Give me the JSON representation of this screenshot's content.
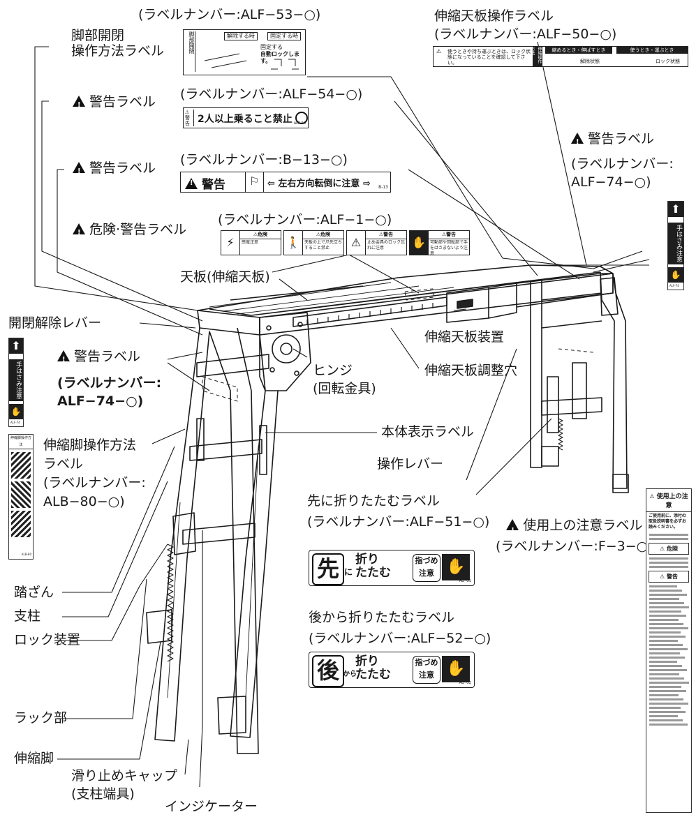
{
  "labels": {
    "alf53_title": "(ラベルナンバー:ALF−53−○)",
    "leg_open": "脚部開閉\n操作方法ラベル",
    "alf50_title": "伸縮天板操作ラベル\n(ラベルナンバー:ALF−50−○)",
    "warn_label": "警告ラベル",
    "alf54_title": "(ラベルナンバー:ALF−54−○)",
    "alf54_text": "2人以上乗ること禁止",
    "alf74_right": "(ラベルナンバー:\nALF−74−○)",
    "b13_title": "(ラベルナンバー:B−13−○)",
    "b13_word": "警告",
    "b13_text": "左右方向転倒に注意",
    "danger_warn": "危険·警告ラベル",
    "alf1_title": "(ラベルナンバー:ALF−1−○)",
    "alf1_items": [
      "感電注意",
      "天板の上で爪先立ちすること禁止",
      "止め金具のロック忘れに注意",
      "可動部や回転部で手をはさまないよう注意"
    ],
    "alf1_heads": [
      "危険",
      "危険",
      "警告",
      "警告"
    ],
    "top_plate": "天板(伸縮天板)",
    "release_lever": "開閉解除レバー",
    "alf74_left": "(ラベルナンバー:\nALF−74−○)",
    "hinge": "ヒンジ\n(回転金具)",
    "tele_top_device": "伸縮天板装置",
    "tele_adjust_hole": "伸縮天板調整穴",
    "tele_leg_label": "伸縮脚操作方法\nラベル\n(ラベルナンバー:\nALB−80−○)",
    "body_label": "本体表示ラベル",
    "op_lever": "操作レバー",
    "fold_first": "先に折りたたむラベル\n(ラベルナンバー:ALF−51−○)",
    "caution_label": "使用上の注意ラベル\n(ラベルナンバー:F−3−○)",
    "step": "踏ざん",
    "post": "支柱",
    "lock": "ロック装置",
    "fold_after": "後から折りたたむラベル\n(ラベルナンバー:ALF−52−○)",
    "rack": "ラック部",
    "tele_leg": "伸縮脚",
    "slip_cap": "滑り止めキャップ\n(支柱端具)",
    "indicator": "インジケーター",
    "fold_first_badge": "先",
    "fold_after_badge": "後",
    "ni": "に",
    "kara": "から",
    "oritatamu": "折り\nたたむ",
    "finger_warn": "指づめ\n注意",
    "hand_pinch": "手はさみ注意",
    "notice_title": "使用上の注意",
    "notice_intro": "ご使用前に、添付の取扱説明書を必ずお読みください。",
    "notice_danger": "危険",
    "notice_warn": "警告",
    "alf50_tag1": "縮めるとき・伸ばすとき",
    "alf50_tag2": "使うとき・運ぶとき",
    "alf50_state1": "解除状態",
    "alf50_state2": "ロック状態",
    "alf53_tag1": "解除する時",
    "alf53_tag2": "固定する時",
    "alf53_side": "脚部開閉",
    "alf53_note1": "固定する",
    "alf53_note2": "自動ロックします。",
    "alf50_side": "伸縮操作方法",
    "alf50_note": "使うときや持ち運ぶときは、ロック状態になっていることを確認して下さい。",
    "code_alf54": "ALF-54",
    "code_b13": "B-13",
    "code_alf51": "ALF-51",
    "code_alf52": "ALF-52",
    "code_alf74": "ALF-74",
    "code_alb80": "ALB-80",
    "alb80_title": "伸縮脚操作方法"
  },
  "colors": {
    "line": "#1a1a1a",
    "metal": "#ffffff",
    "dark": "#1e1e1e"
  }
}
